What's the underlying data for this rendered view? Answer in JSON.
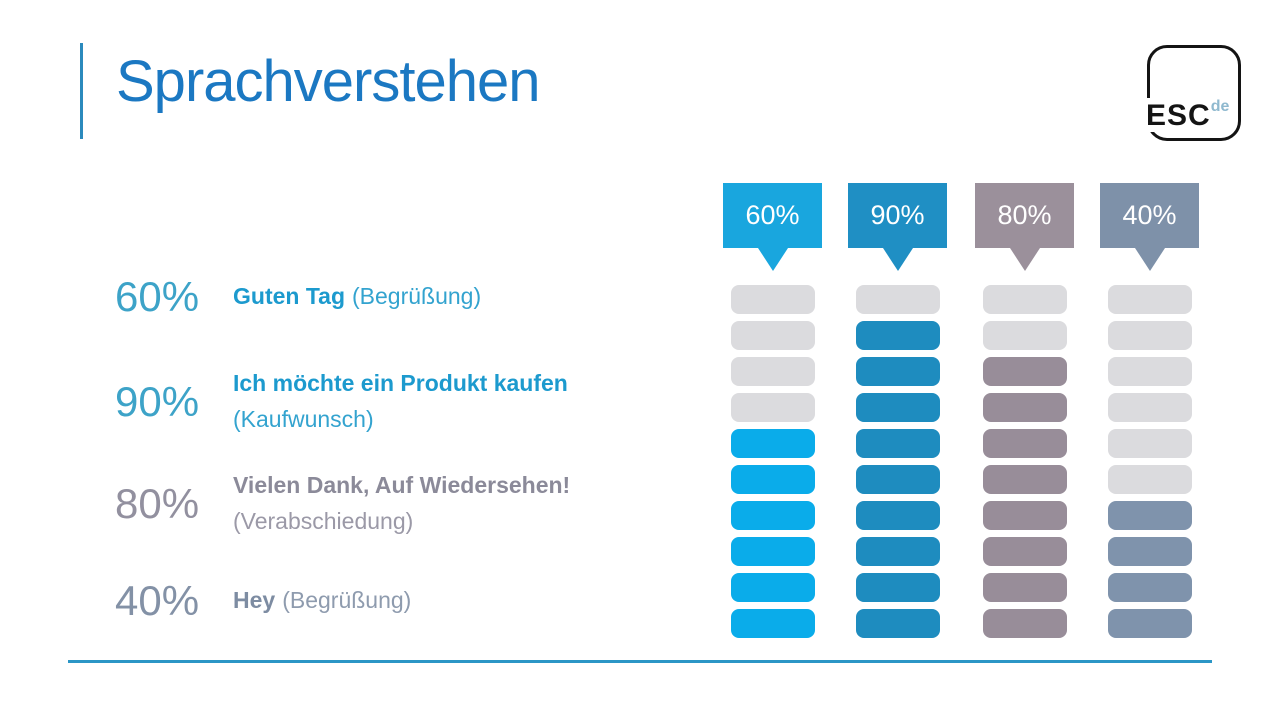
{
  "slide": {
    "title": "Sprachverstehen",
    "title_color": "#1B78C2",
    "accent_line_color": "#2B8ABD",
    "divider_color": "#2B96C6",
    "background": "#FFFFFF"
  },
  "logo": {
    "text": "ESC",
    "superscript": "de",
    "superscript_color": "#8FB9CF",
    "border_color": "#141414"
  },
  "legend": [
    {
      "value": "60%",
      "phrase": "Guten Tag",
      "paren": "(Begrüßung)",
      "stacked": false,
      "value_color": "#3DA3C8",
      "phrase_color": "#1C9ACE",
      "paren_color": "#33A3CF"
    },
    {
      "value": "90%",
      "phrase": "Ich möchte ein Produkt kaufen",
      "paren": "(Kaufwunsch)",
      "stacked": true,
      "value_color": "#3DA3C8",
      "phrase_color": "#1C9ACE",
      "paren_color": "#33A3CF"
    },
    {
      "value": "80%",
      "phrase": "Vielen Dank, Auf Wiedersehen!",
      "paren": "(Verabschiedung)",
      "stacked": true,
      "value_color": "#92909F",
      "phrase_color": "#8B8A99",
      "paren_color": "#9B99A7"
    },
    {
      "value": "40%",
      "phrase": "Hey",
      "paren": "(Begrüßung)",
      "stacked": false,
      "value_color": "#8391A6",
      "phrase_color": "#7D8CA2",
      "paren_color": "#8E9BAE"
    }
  ],
  "chart_data": {
    "type": "bar",
    "title": "Sprachverstehen",
    "unit": "percent",
    "ylim": [
      0,
      100
    ],
    "segments_per_column": 10,
    "empty_segment_color": "#DBDBDE",
    "categories": [
      "Guten Tag (Begrüßung)",
      "Ich möchte ein Produkt kaufen (Kaufwunsch)",
      "Vielen Dank, Auf Wiedersehen! (Verabschiedung)",
      "Hey (Begrüßung)"
    ],
    "values": [
      60,
      90,
      80,
      40
    ],
    "columns": [
      {
        "label": "60%",
        "value": 60,
        "filled_segments": 6,
        "callout_color": "#19A6DE",
        "bar_color": "#0AACEA"
      },
      {
        "label": "90%",
        "value": 90,
        "filled_segments": 9,
        "callout_color": "#1F8FC4",
        "bar_color": "#1E8CBF"
      },
      {
        "label": "80%",
        "value": 80,
        "filled_segments": 8,
        "callout_color": "#9B909B",
        "bar_color": "#988D99"
      },
      {
        "label": "40%",
        "value": 40,
        "filled_segments": 4,
        "callout_color": "#7E91A9",
        "bar_color": "#7F93AC"
      }
    ]
  }
}
